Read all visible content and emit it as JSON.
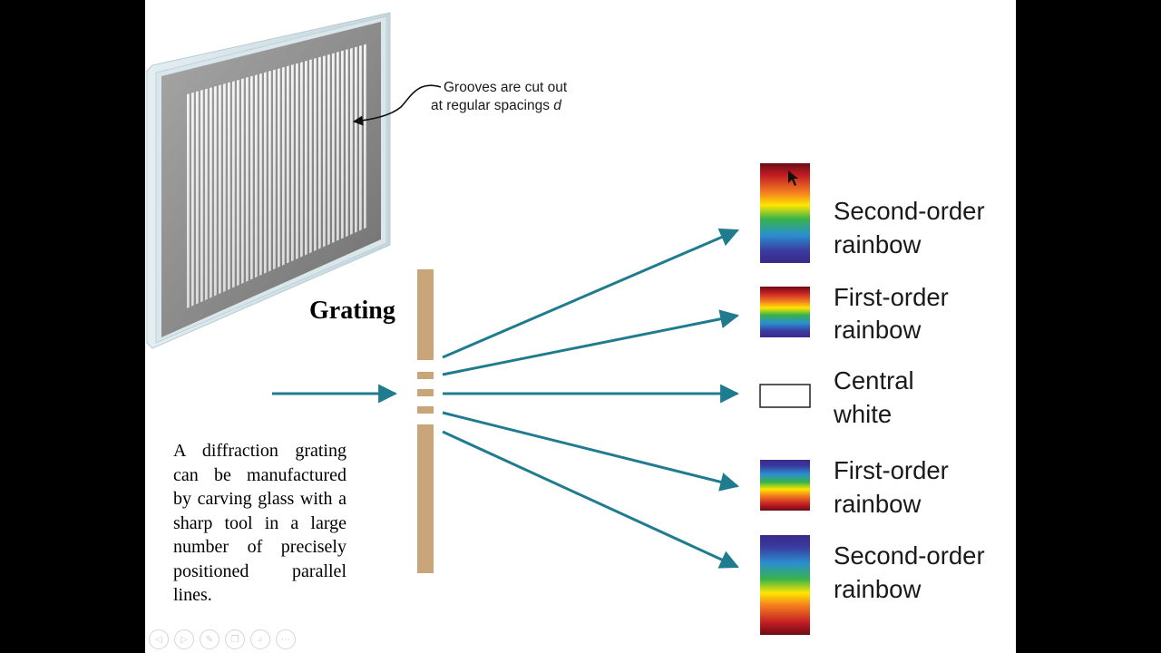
{
  "labels": {
    "callout_line1": "Grooves are cut out",
    "callout_line2_text": "at regular spacings ",
    "callout_line2_var": "d",
    "grating": "Grating",
    "order2_top_line1": "Second-order",
    "order2_top_line2": "rainbow",
    "order1_top_line1": "First-order",
    "order1_top_line2": "rainbow",
    "central_line1": "Central",
    "central_line2": "white",
    "order1_bottom_line1": "First-order",
    "order1_bottom_line2": "rainbow",
    "order2_bottom_line1": "Second-order",
    "order2_bottom_line2": "rainbow"
  },
  "caption": "A diffraction grating can be manufactured by carving glass with a sharp tool in a large number of precisely positioned parallel lines.",
  "toolbar": {
    "prev_icon": "◁",
    "next_icon": "▷",
    "pen_icon": "✎",
    "slides_icon": "❐",
    "zoom_icon": "⌕",
    "more_icon": "⋯"
  },
  "colors": {
    "arrow": "#1f7c8f",
    "grating_bar": "#c8a67a",
    "frame": "#8a8a8a",
    "spectrum_red": "#c21c24",
    "spectrum_yellow": "#ffe600",
    "spectrum_green": "#37b34a",
    "spectrum_violet": "#3a2a8a"
  }
}
